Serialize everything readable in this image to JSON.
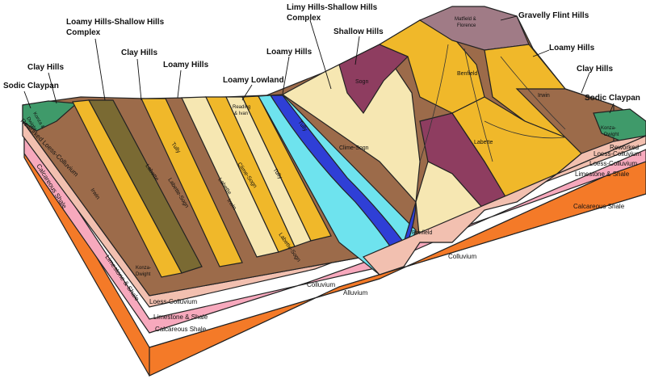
{
  "diagram": {
    "callouts": [
      {
        "id": "loamy-hills-shallow-hills-complex",
        "lines": [
          "Loamy Hills-Shallow Hills",
          "Complex"
        ]
      },
      {
        "id": "clay-hills-left",
        "lines": [
          "Clay Hills"
        ]
      },
      {
        "id": "clay-hills-mid",
        "lines": [
          "Clay Hills"
        ]
      },
      {
        "id": "loamy-hills-left",
        "lines": [
          "Loamy Hills"
        ]
      },
      {
        "id": "sodic-claypan-left",
        "lines": [
          "Sodic Claypan"
        ]
      },
      {
        "id": "loamy-lowland",
        "lines": [
          "Loamy Lowland"
        ]
      },
      {
        "id": "loamy-hills-center",
        "lines": [
          "Loamy Hills"
        ]
      },
      {
        "id": "limy-hills-shallow-hills-complex",
        "lines": [
          "Limy Hills-Shallow Hills",
          "Complex"
        ]
      },
      {
        "id": "shallow-hills",
        "lines": [
          "Shallow Hills"
        ]
      },
      {
        "id": "gravelly-flint-hills",
        "lines": [
          "Gravelly Flint Hills"
        ]
      },
      {
        "id": "loamy-hills-right",
        "lines": [
          "Loamy Hills"
        ]
      },
      {
        "id": "clay-hills-right",
        "lines": [
          "Clay Hills"
        ]
      },
      {
        "id": "sodic-claypan-right",
        "lines": [
          "Sodic Claypan"
        ]
      }
    ],
    "soil_units": {
      "irwin": "Irwin",
      "labette": "Labette",
      "labette_sogn": "Labette-Sogn",
      "tully": "Tully",
      "clime_sogn": "Clime-Sogn",
      "konza_dwight": [
        "Konza-",
        "Dwight"
      ],
      "reading_ivan": [
        "Reading",
        "& Ivan"
      ],
      "benfield": "Benfield",
      "sogn": "Sogn",
      "matfield_florence": [
        "Matfield &",
        "Florence"
      ],
      "konza_dwight_small": [
        "Konza &",
        "Dwight"
      ]
    },
    "layers": {
      "loess_colluvium": "Loess-Colluvium",
      "reworked_loess_colluvium": "Reworked Loess-Colluvium",
      "reworked_right": [
        "Reworked",
        "Loess-Colluvium"
      ],
      "limestone_shale": "Limestone & Shale",
      "calcareous_shale": "Calcareous Shale",
      "colluvium": "Colluvium",
      "alluvium": "Alluvium"
    },
    "colors": {
      "irwin_brown": "#9c6b4a",
      "labette_gold": "#f0b82a",
      "pale_yellow": "#f6e7b2",
      "olive": "#7a6a33",
      "water_cyan": "#6ee3ee",
      "channel_blue": "#2f3fd6",
      "sogn_maroon": "#8e3d60",
      "summit_mauve": "#a07b86",
      "sodic_green": "#3f9a6a",
      "limestone_pink": "#f7a9bd",
      "shale_orange": "#f47a28"
    }
  }
}
